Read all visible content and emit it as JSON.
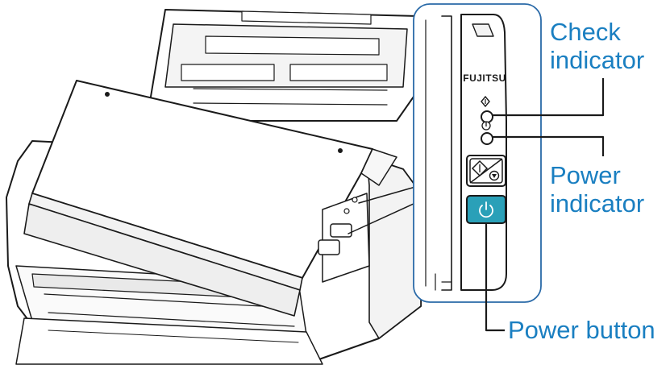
{
  "figure": {
    "brand_text": "FUJITSU",
    "callouts": [
      {
        "id": "check",
        "lines": [
          "Check",
          "indicator"
        ]
      },
      {
        "id": "power-indicator",
        "lines": [
          "Power",
          "indicator"
        ]
      },
      {
        "id": "power-button",
        "lines": [
          "Power button"
        ]
      }
    ],
    "colors": {
      "label_text": "#1a7fc1",
      "zoom_frame": "#2a6aa8",
      "power_button": "#2aa0b8",
      "outline": "#1a1a1a"
    },
    "icons": [
      "scan-diamond-icon",
      "power-icon",
      "stop-icon"
    ]
  }
}
